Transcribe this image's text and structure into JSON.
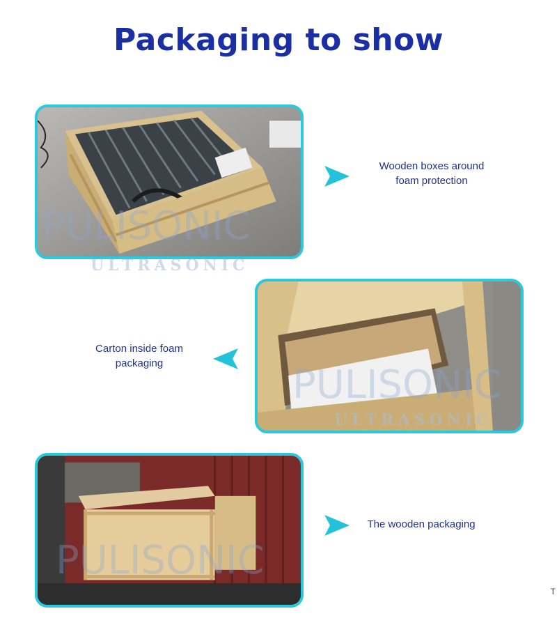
{
  "title": "Packaging to show",
  "sections": [
    {
      "caption_line1": "Wooden boxes around",
      "caption_line2": "foam protection",
      "photo_icon": "wooden-crate-with-panels-photo"
    },
    {
      "caption_line1": "Carton inside foam",
      "caption_line2": "packaging",
      "photo_icon": "carton-in-foam-photo"
    },
    {
      "caption_line1": "The wooden packaging",
      "caption_line2": "",
      "photo_icon": "wooden-crates-in-container-photo"
    }
  ],
  "watermark": {
    "brand": "PULISONIC",
    "sub": "ULTRASONIC"
  },
  "edge_mark": "T",
  "colors": {
    "title": "#1a2fa3",
    "caption": "#1f3196",
    "frame": "#2cc8dc",
    "arrow": "#22c2da"
  }
}
